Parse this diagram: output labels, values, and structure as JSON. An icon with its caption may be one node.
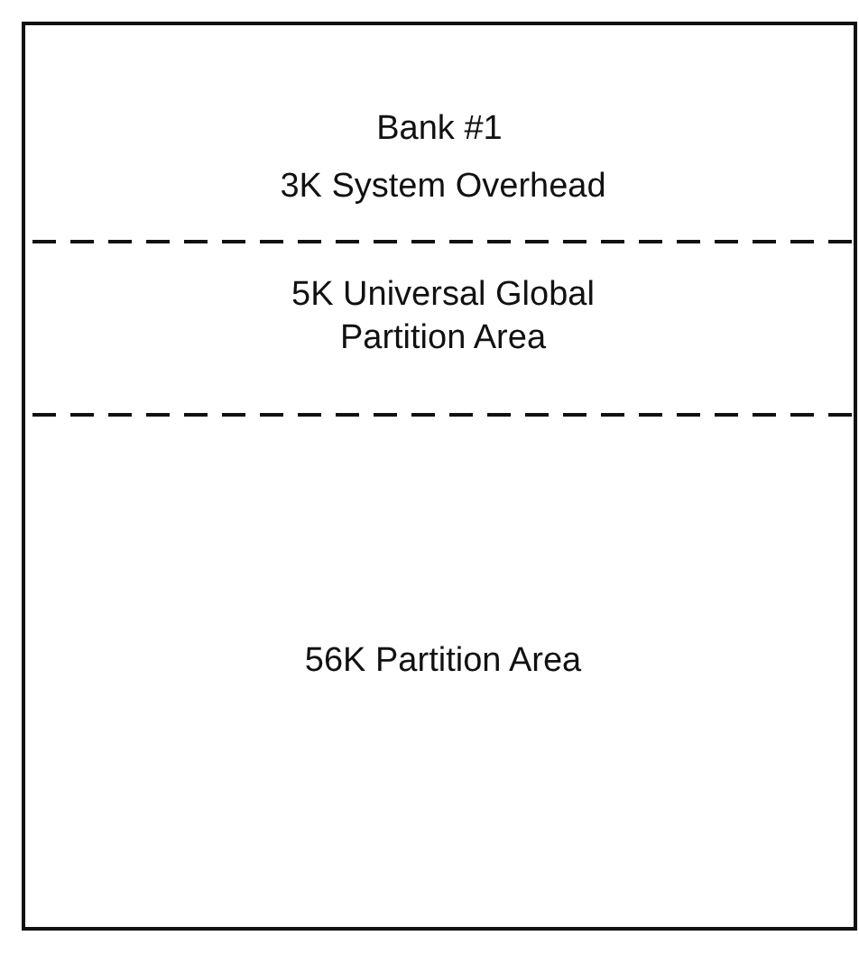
{
  "diagram": {
    "nodes": [
      {
        "text": [
          "Bank #1"
        ]
      },
      {
        "text": [
          "3K System Overhead"
        ],
        "in": 0
      },
      {
        "text": [
          "5K Universal Global Partition Area"
        ],
        "in": 0
      },
      {
        "text": [
          "56K Partition Area"
        ],
        "in": 0
      }
    ]
  }
}
